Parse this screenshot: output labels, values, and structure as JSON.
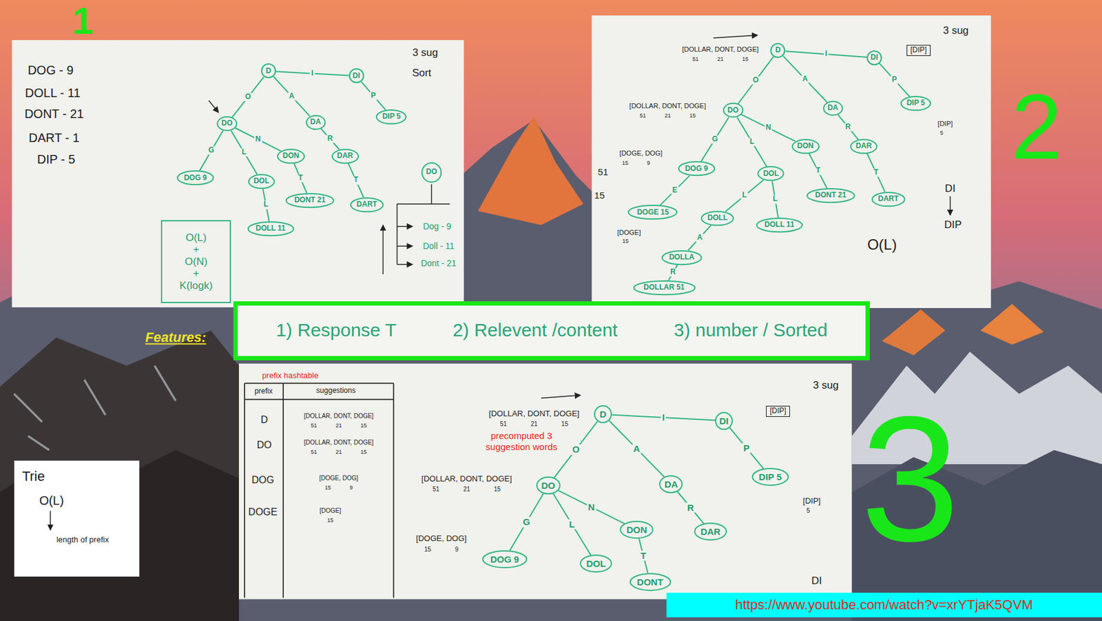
{
  "diagram": {
    "nodes": [
      {
        "text": [
          "D"
        ]
      },
      {
        "text": [
          "DI"
        ]
      },
      {
        "text": [
          "DIP 5"
        ]
      },
      {
        "text": [
          "DO"
        ]
      },
      {
        "text": [
          "DA"
        ]
      },
      {
        "text": [
          "DOG 9"
        ]
      },
      {
        "text": [
          "DOL"
        ]
      },
      {
        "text": [
          "DON"
        ]
      },
      {
        "text": [
          "DAR"
        ]
      },
      {
        "text": [
          "DONT 21"
        ]
      },
      {
        "text": [
          "DART"
        ]
      },
      {
        "text": [
          "DOLL 11"
        ]
      },
      {
        "text": [
          "DO"
        ]
      },
      {
        "text": [
          "O(L)",
          "+",
          "O(N)",
          "+",
          "K(logk)"
        ]
      },
      {
        "text": [
          "D"
        ]
      },
      {
        "text": [
          "DI"
        ]
      },
      {
        "text": [
          "[DIP]"
        ]
      },
      {
        "text": [
          "DIP 5"
        ]
      },
      {
        "text": [
          "DO"
        ]
      },
      {
        "text": [
          "DA"
        ]
      },
      {
        "text": [
          "DOG 9"
        ]
      },
      {
        "text": [
          "DOL"
        ]
      },
      {
        "text": [
          "DON"
        ]
      },
      {
        "text": [
          "DAR"
        ]
      },
      {
        "text": [
          "DONT 21"
        ]
      },
      {
        "text": [
          "DART"
        ]
      },
      {
        "text": [
          "DOGE 15"
        ]
      },
      {
        "text": [
          "DOLL"
        ]
      },
      {
        "text": [
          "DOLL 11"
        ]
      },
      {
        "text": [
          "DOLLA"
        ]
      },
      {
        "text": [
          "DOLLAR 51"
        ]
      },
      {
        "text": [
          "1) Response T",
          "2) Relevent /content",
          "3) number / Sorted"
        ]
      },
      {
        "text": [
          "D"
        ]
      },
      {
        "text": [
          "DI"
        ]
      },
      {
        "text": [
          "[DIP]"
        ]
      },
      {
        "text": [
          "DIP 5"
        ]
      },
      {
        "text": [
          "DO"
        ]
      },
      {
        "text": [
          "DA"
        ]
      },
      {
        "text": [
          "DOG 9"
        ]
      },
      {
        "text": [
          "DOL"
        ]
      },
      {
        "text": [
          "DON"
        ]
      },
      {
        "text": [
          "DAR"
        ]
      },
      {
        "text": [
          "DONT"
        ]
      },
      {
        "text": [
          "Trie",
          "O(L)",
          "length of prefix"
        ]
      },
      {
        "text": [
          "https://www.youtube.com/watch?v=xrYTjaK5QVM"
        ]
      }
    ],
    "edges": [
      {
        "from": 0,
        "to": 3,
        "label": "O",
        "arrow": "none"
      },
      {
        "from": 0,
        "to": 4,
        "label": "A",
        "arrow": "none"
      },
      {
        "from": 0,
        "to": 1,
        "label": "I",
        "arrow": "none"
      },
      {
        "from": 1,
        "to": 2,
        "label": "P",
        "arrow": "none"
      },
      {
        "from": 3,
        "to": 5,
        "label": "G",
        "arrow": "none"
      },
      {
        "from": 3,
        "to": 6,
        "label": "L",
        "arrow": "none"
      },
      {
        "from": 3,
        "to": 7,
        "label": "N",
        "arrow": "none"
      },
      {
        "from": 4,
        "to": 8,
        "label": "R",
        "arrow": "none"
      },
      {
        "from": 7,
        "to": 9,
        "label": "T",
        "arrow": "none"
      },
      {
        "from": 8,
        "to": 10,
        "label": "T",
        "arrow": "none"
      },
      {
        "from": 6,
        "to": 11,
        "label": "L",
        "arrow": "none"
      },
      {
        "from": 14,
        "to": 18,
        "label": "O",
        "arrow": "none"
      },
      {
        "from": 14,
        "to": 19,
        "label": "A",
        "arrow": "none"
      },
      {
        "from": 14,
        "to": 15,
        "label": "I",
        "arrow": "none"
      },
      {
        "from": 15,
        "to": 17,
        "label": "P",
        "arrow": "none"
      },
      {
        "from": 18,
        "to": 20,
        "label": "G",
        "arrow": "none"
      },
      {
        "from": 18,
        "to": 21,
        "label": "L",
        "arrow": "none"
      },
      {
        "from": 18,
        "to": 22,
        "label": "N",
        "arrow": "none"
      },
      {
        "from": 19,
        "to": 23,
        "label": "R",
        "arrow": "none"
      },
      {
        "from": 22,
        "to": 24,
        "label": "T",
        "arrow": "none"
      },
      {
        "from": 23,
        "to": 25,
        "label": "T",
        "arrow": "none"
      },
      {
        "from": 20,
        "to": 26,
        "label": "E",
        "arrow": "none"
      },
      {
        "from": 21,
        "to": 27,
        "label": "L",
        "arrow": "none"
      },
      {
        "from": 21,
        "to": 28,
        "label": "L",
        "arrow": "none"
      },
      {
        "from": 27,
        "to": 29,
        "label": "A",
        "arrow": "none"
      },
      {
        "from": 29,
        "to": 30,
        "label": "R",
        "arrow": "none"
      },
      {
        "from": 32,
        "to": 36,
        "label": "O",
        "arrow": "none"
      },
      {
        "from": 32,
        "to": 37,
        "label": "A",
        "arrow": "none"
      },
      {
        "from": 32,
        "to": 33,
        "label": "I",
        "arrow": "none"
      },
      {
        "from": 33,
        "to": 35,
        "label": "P",
        "arrow": "none"
      },
      {
        "from": 36,
        "to": 38,
        "label": "G",
        "arrow": "none"
      },
      {
        "from": 36,
        "to": 39,
        "label": "L",
        "arrow": "none"
      },
      {
        "from": 36,
        "to": 40,
        "label": "N",
        "arrow": "none"
      },
      {
        "from": 37,
        "to": 41,
        "label": "R",
        "arrow": "none"
      },
      {
        "from": 40,
        "to": 42,
        "label": "T",
        "arrow": "none"
      }
    ],
    "labels": [
      "1",
      "DOG - 9",
      "DOLL - 11",
      "DONT - 21",
      "DART - 1",
      "DIP - 5",
      "3 sug",
      "Sort",
      "Dog - 9",
      "Doll - 11",
      "Dont - 21",
      "3 sug",
      "[DOLLAR, DONT, DOGE]",
      "51 21 15",
      "[DOLLAR, DONT, DOGE]",
      "51 21 15",
      "[DOGE, DOG]",
      "15 9",
      "[DOGE]",
      "15",
      "[DIP]",
      "5",
      "DI",
      "DIP",
      "O(L)",
      "51",
      "15",
      "2",
      "Features:",
      "prefix hashtable",
      "prefix",
      "suggestions",
      "D",
      "[DOLLAR, DONT, DOGE]",
      "51 21 15",
      "DO",
      "[DOLLAR, DONT, DOGE]",
      "51 21 15",
      "DOG",
      "[DOGE, DOG]",
      "15 9",
      "DOGE",
      "[DOGE]",
      "15",
      "3 sug",
      "[DOLLAR, DONT, DOGE]",
      "51 21 15",
      "precomputed 3 suggestion words",
      "[DOLLAR, DONT, DOGE]",
      "51 21 15",
      "[DOGE, DOG]",
      "15 9",
      "[DIP]",
      "5",
      "DI",
      "3"
    ]
  }
}
